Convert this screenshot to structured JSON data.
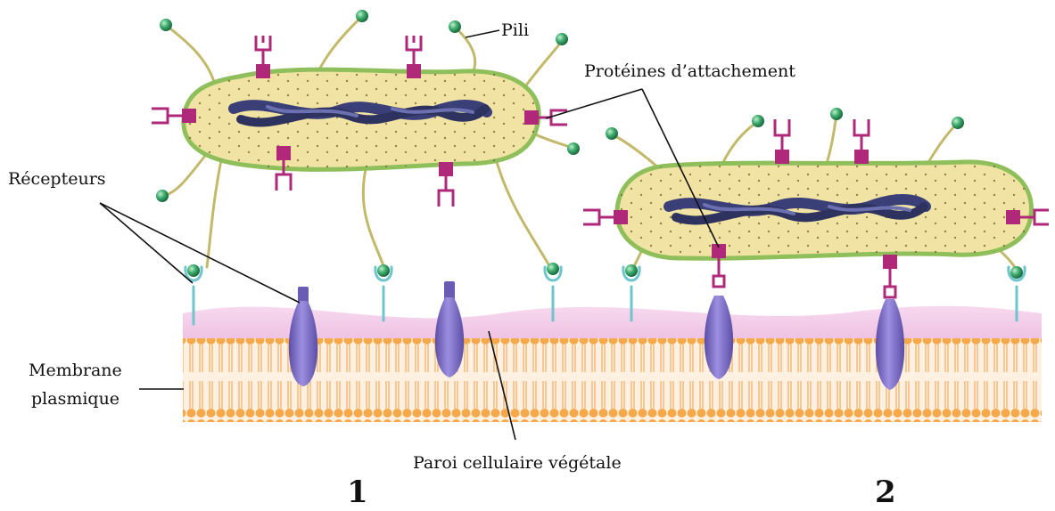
{
  "labels": {
    "pili": "Pili",
    "attachment_proteins": "Protéines d’attachement",
    "receptors": "Récepteurs",
    "membrane_line1": "Membrane",
    "membrane_line2": "plasmique",
    "plant_cell_wall": "Paroi cellulaire végétale",
    "panel_1": "1",
    "panel_2": "2"
  },
  "colors": {
    "membrane_pink": "#f2c7e6",
    "lipid_orange": "#f6a94a",
    "receptor_purple": "#7b6bc0",
    "receptor_cyan": "#8ad3d8",
    "bacterium_fill": "#f1e3a3",
    "bacterium_wall": "#8fbf5a",
    "chromosome": "#3b3f78",
    "attachment_magenta": "#b0287a",
    "pili_tip": "#2e9a5e"
  }
}
